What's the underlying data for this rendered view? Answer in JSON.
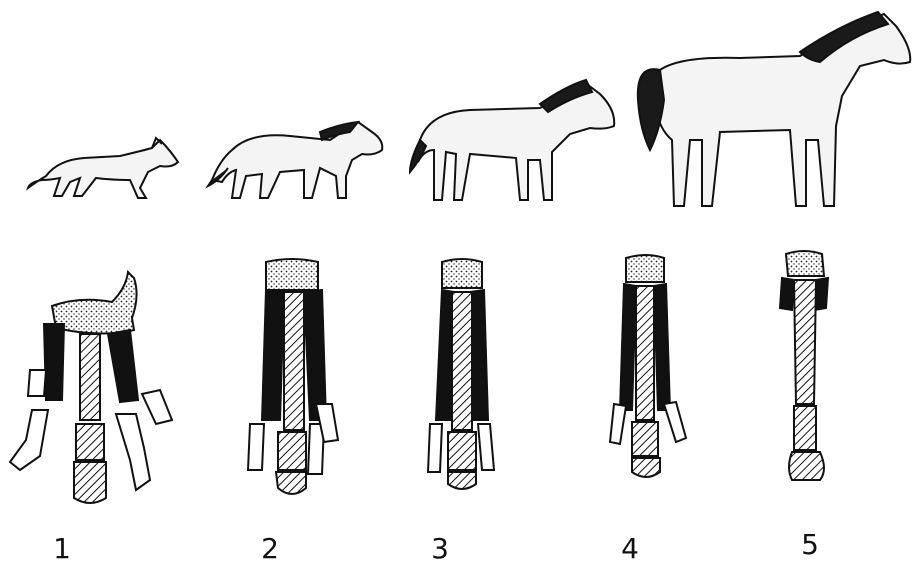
{
  "figure": {
    "stages": [
      {
        "number": "1"
      },
      {
        "number": "2"
      },
      {
        "number": "3"
      },
      {
        "number": "4"
      },
      {
        "number": "5"
      }
    ]
  },
  "colors": {
    "ink": "#111111",
    "body_fill": "#f4f4f4",
    "mane": "#1a1a1a",
    "bone_black": "#111111",
    "bone_white": "#ffffff",
    "stipple": "#222222"
  }
}
